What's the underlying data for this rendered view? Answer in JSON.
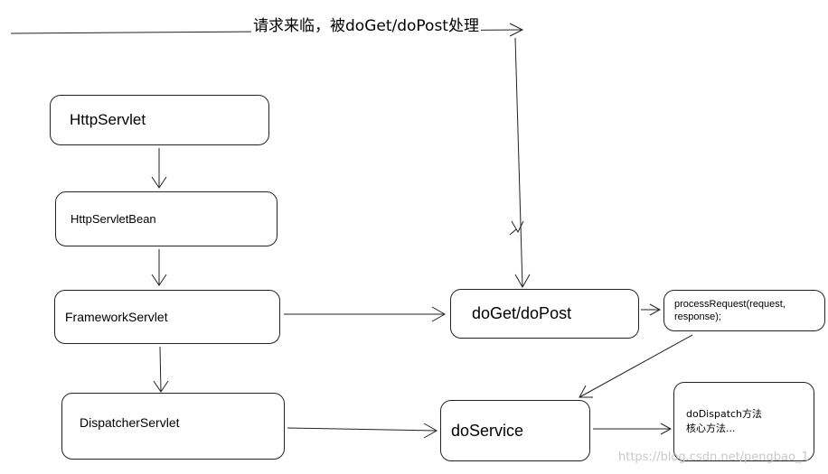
{
  "header": {
    "request_note": "请求来临，被doGet/doPost处理"
  },
  "nodes": {
    "http_servlet": "HttpServlet",
    "http_servlet_bean": "HttpServletBean",
    "framework_servlet": "FrameworkServlet",
    "dispatcher_servlet": "DispatcherServlet",
    "doget_dopost": "doGet/doPost",
    "process_request_line1": "processRequest(request,",
    "process_request_line2": "response);",
    "do_service": "doService",
    "do_dispatch_line1": "doDispatch方法",
    "do_dispatch_line2": "核心方法..."
  },
  "watermark": "https://blog.csdn.net/pengbao_1",
  "colors": {
    "line": "#222222",
    "box_border": "#222222",
    "watermark": "#c8c8c8"
  }
}
